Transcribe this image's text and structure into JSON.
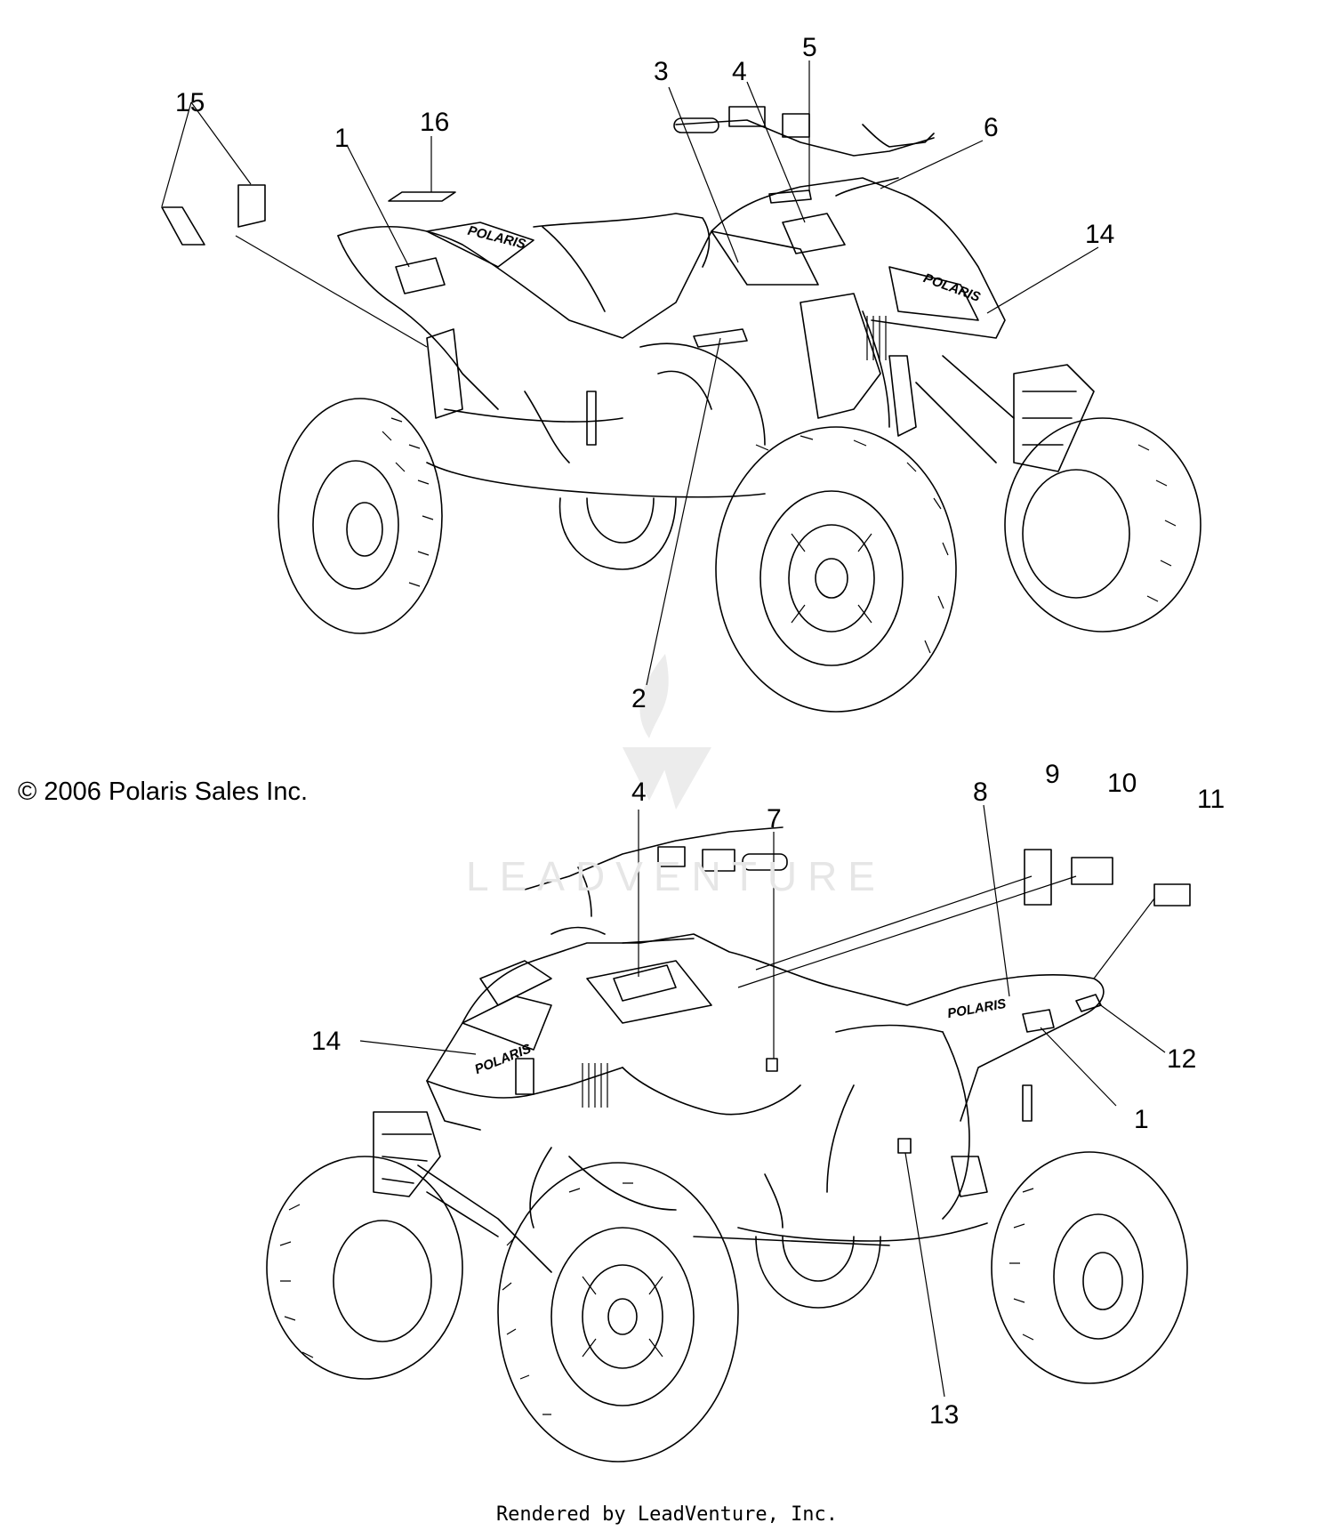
{
  "copyright": "© 2006 Polaris Sales Inc.",
  "footer": "Rendered by LeadVenture, Inc.",
  "watermark": "LEADVENTURE",
  "brand_decal_text": "POLARIS",
  "top_view_callouts": [
    "1",
    "2",
    "3",
    "4",
    "5",
    "6",
    "14",
    "15",
    "16"
  ],
  "bottom_view_callouts": [
    "1",
    "4",
    "7",
    "8",
    "9",
    "10",
    "11",
    "12",
    "13",
    "14"
  ]
}
